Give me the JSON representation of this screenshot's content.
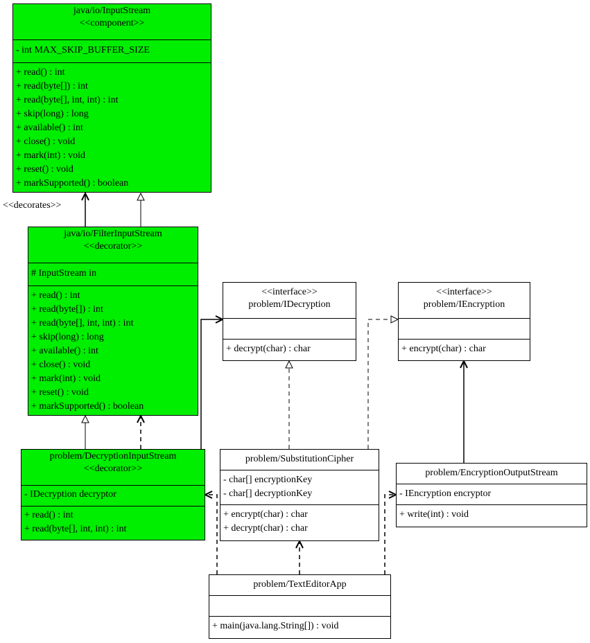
{
  "classes": {
    "input_stream": {
      "name": "java/io/InputStream",
      "stereotype": "<<component>>",
      "attributes": [
        "- int MAX_SKIP_BUFFER_SIZE"
      ],
      "methods": [
        "+ read() : int",
        "+ read(byte[]) : int",
        "+ read(byte[], int, int) : int",
        "+ skip(long) : long",
        "+ available() : int",
        "+ close() : void",
        "+ mark(int) : void",
        "+ reset() : void",
        "+ markSupported() : boolean"
      ]
    },
    "filter_input_stream": {
      "name": "java/io/FilterInputStream",
      "stereotype": "<<decorator>>",
      "attributes": [
        "# InputStream in"
      ],
      "methods": [
        "+ read() : int",
        "+ read(byte[]) : int",
        "+ read(byte[], int, int) : int",
        "+ skip(long) : long",
        "+ available() : int",
        "+ close() : void",
        "+ mark(int) : void",
        "+ reset() : void",
        "+ markSupported() : boolean"
      ]
    },
    "decryption_input_stream": {
      "name": "problem/DecryptionInputStream",
      "stereotype": "<<decorator>>",
      "attributes": [
        "- IDecryption decryptor"
      ],
      "methods": [
        "+ read() : int",
        "+ read(byte[], int, int) : int"
      ]
    },
    "idecryption": {
      "stereotype": "<<interface>>",
      "name": "problem/IDecryption",
      "attributes": [],
      "methods": [
        "+ decrypt(char) : char"
      ]
    },
    "iencryption": {
      "stereotype": "<<interface>>",
      "name": "problem/IEncryption",
      "attributes": [],
      "methods": [
        "+ encrypt(char) : char"
      ]
    },
    "substitution_cipher": {
      "name": "problem/SubstitutionCipher",
      "attributes": [
        "- char[] encryptionKey",
        "- char[] decryptionKey"
      ],
      "methods": [
        "+ encrypt(char) : char",
        "+ decrypt(char) : char"
      ]
    },
    "encryption_output_stream": {
      "name": "problem/EncryptionOutputStream",
      "attributes": [
        "- IEncryption encryptor"
      ],
      "methods": [
        "+ write(int) : void"
      ]
    },
    "text_editor_app": {
      "name": "problem/TextEditorApp",
      "attributes": [],
      "methods": [
        "+ main(java.lang.String[]) : void"
      ]
    }
  },
  "edge_labels": {
    "decorates": "<<decorates>>"
  },
  "colors": {
    "highlight": "#00ee00",
    "plain": "#ffffff",
    "stroke": "#000000"
  }
}
